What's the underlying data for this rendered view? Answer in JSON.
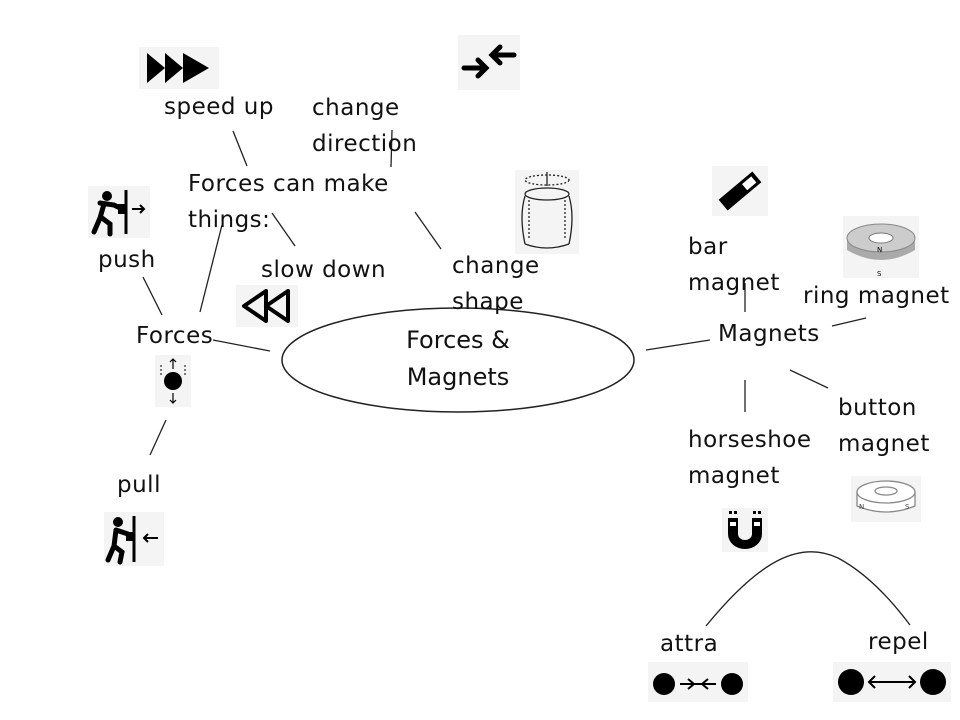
{
  "center": {
    "line1": "Forces &",
    "line2": "Magnets"
  },
  "forces": {
    "title": "Forces",
    "can_make": {
      "line1": "Forces can make",
      "line2": "things:"
    },
    "speed_up": "speed up",
    "change_direction": {
      "line1": "change",
      "line2": "direction"
    },
    "slow_down": "slow down",
    "change_shape": {
      "line1": "change",
      "line2": "shape"
    },
    "push": "push",
    "pull": "pull"
  },
  "magnets": {
    "title": "Magnets",
    "bar": {
      "line1": "bar",
      "line2": "magnet"
    },
    "ring": "ring magnet",
    "button": {
      "line1": "button",
      "line2": "magnet"
    },
    "horseshoe": {
      "line1": "horseshoe",
      "line2": "magnet"
    },
    "attract": "attra",
    "repel": "repel"
  },
  "icons": [
    "fast-forward-icon",
    "converging-arrows-icon",
    "push-icon",
    "squash-cylinder-icon",
    "rewind-icon",
    "gravity-ball-icon",
    "pull-icon",
    "bar-magnet-icon",
    "ring-magnet-icon",
    "button-magnet-icon",
    "horseshoe-magnet-icon",
    "attract-icon",
    "repel-icon"
  ]
}
